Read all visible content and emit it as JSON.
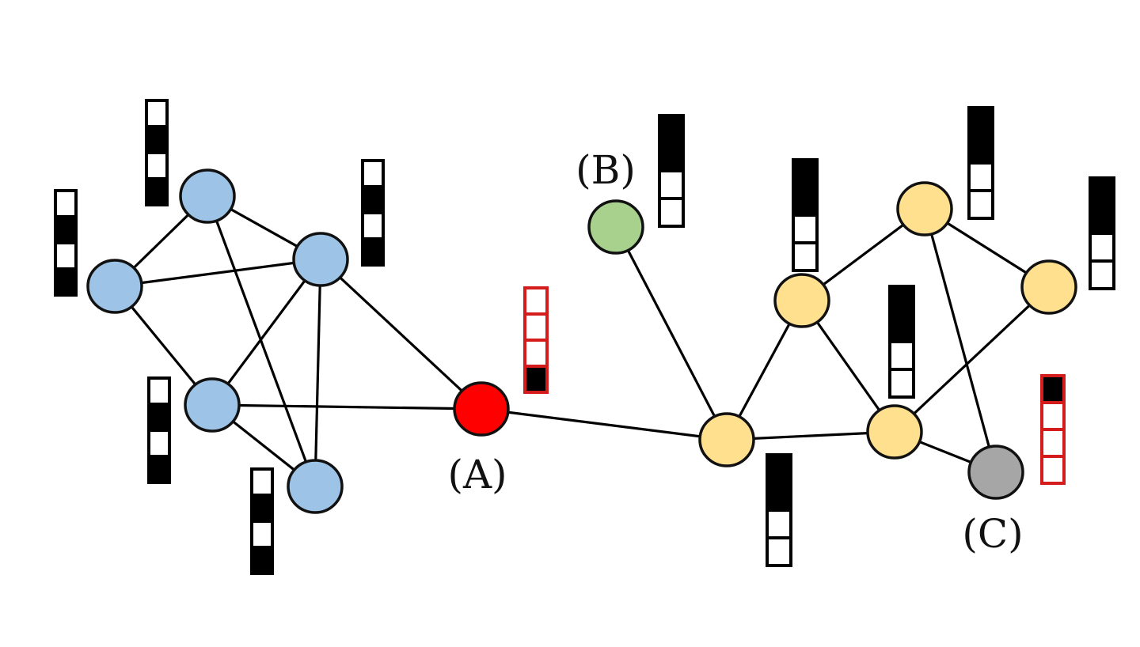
{
  "diagram": {
    "title": "",
    "colors": {
      "blue_cluster": "#9dc3e6",
      "yellow_cluster": "#ffe08f",
      "node_a": "#ff0000",
      "node_b": "#a9d18e",
      "node_c": "#a6a6a6",
      "feature_on": "#000000",
      "feature_off": "#ffffff",
      "highlight_border": "#d41c1c"
    },
    "nodes": [
      {
        "id": "B1",
        "group": "blue",
        "label": "",
        "features": [
          0,
          1,
          0,
          1
        ],
        "highlight": false
      },
      {
        "id": "B2",
        "group": "blue",
        "label": "",
        "features": [
          0,
          1,
          0,
          1
        ],
        "highlight": false
      },
      {
        "id": "B3",
        "group": "blue",
        "label": "",
        "features": [
          0,
          1,
          0,
          1
        ],
        "highlight": false
      },
      {
        "id": "B4",
        "group": "blue",
        "label": "",
        "features": [
          0,
          1,
          0,
          1
        ],
        "highlight": false
      },
      {
        "id": "B5",
        "group": "blue",
        "label": "",
        "features": [
          0,
          1,
          0,
          1
        ],
        "highlight": false
      },
      {
        "id": "A",
        "group": "red",
        "label": "(A)",
        "features": [
          0,
          0,
          0,
          1
        ],
        "highlight": true
      },
      {
        "id": "G",
        "group": "green",
        "label": "(B)",
        "features": [
          1,
          1,
          0,
          0
        ],
        "highlight": false
      },
      {
        "id": "Y1",
        "group": "yellow",
        "label": "",
        "features": [
          1,
          1,
          0,
          0
        ],
        "highlight": false
      },
      {
        "id": "Y2",
        "group": "yellow",
        "label": "",
        "features": [
          1,
          1,
          0,
          0
        ],
        "highlight": false
      },
      {
        "id": "Y3",
        "group": "yellow",
        "label": "",
        "features": [
          1,
          1,
          0,
          0
        ],
        "highlight": false
      },
      {
        "id": "Y4",
        "group": "yellow",
        "label": "",
        "features": [
          1,
          1,
          0,
          0
        ],
        "highlight": false
      },
      {
        "id": "Y5",
        "group": "yellow",
        "label": "",
        "features": [
          1,
          1,
          0,
          0
        ],
        "highlight": false
      },
      {
        "id": "C",
        "group": "gray",
        "label": "(C)",
        "features": [
          1,
          0,
          0,
          0
        ],
        "highlight": true
      }
    ],
    "edges": [
      [
        "B1",
        "B2"
      ],
      [
        "B1",
        "B3"
      ],
      [
        "B1",
        "B5"
      ],
      [
        "B2",
        "B3"
      ],
      [
        "B2",
        "B4"
      ],
      [
        "B3",
        "B4"
      ],
      [
        "B3",
        "B5"
      ],
      [
        "B3",
        "A"
      ],
      [
        "B4",
        "B5"
      ],
      [
        "B4",
        "A"
      ],
      [
        "A",
        "Y1"
      ],
      [
        "G",
        "Y1"
      ],
      [
        "Y1",
        "Y2"
      ],
      [
        "Y1",
        "Y3"
      ],
      [
        "Y2",
        "Y3"
      ],
      [
        "Y2",
        "Y4"
      ],
      [
        "Y4",
        "Y5"
      ],
      [
        "Y4",
        "C"
      ],
      [
        "Y3",
        "Y5"
      ],
      [
        "Y3",
        "C"
      ]
    ]
  }
}
